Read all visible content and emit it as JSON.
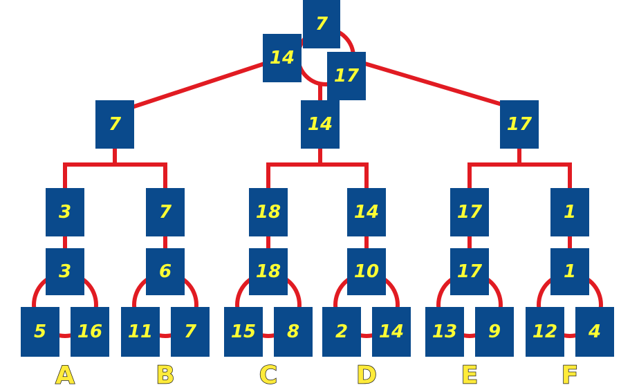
{
  "colors": {
    "box": "#0a4a8c",
    "edge": "#e11b22",
    "text": "#ffff33",
    "letter": "#ffeb3b"
  },
  "tree": {
    "root": {
      "value": "7",
      "left": "14",
      "right": "17"
    },
    "level1": [
      "7",
      "14",
      "17"
    ],
    "level2": [
      "3",
      "7",
      "18",
      "14",
      "17",
      "1"
    ],
    "level3": [
      "3",
      "6",
      "18",
      "10",
      "17",
      "1"
    ],
    "leaves": [
      [
        "5",
        "16"
      ],
      [
        "11",
        "7"
      ],
      [
        "15",
        "8"
      ],
      [
        "2",
        "14"
      ],
      [
        "13",
        "9"
      ],
      [
        "12",
        "4"
      ]
    ]
  },
  "leaf_letters": [
    "A",
    "B",
    "C",
    "D",
    "E",
    "F"
  ]
}
